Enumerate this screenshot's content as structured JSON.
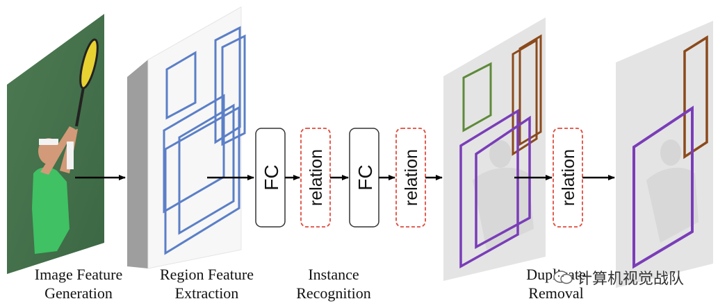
{
  "stages": [
    {
      "line1": "Image Feature",
      "line2": "Generation"
    },
    {
      "line1": "Region Feature",
      "line2": "Extraction"
    },
    {
      "line1": "Instance",
      "line2": "Recognition"
    },
    {
      "line1": "Duplicate",
      "line2": "Removal"
    }
  ],
  "blocks": {
    "fc_1": "FC",
    "relation_1": "relation",
    "fc_2": "FC",
    "relation_2": "relation",
    "relation_3": "relation"
  },
  "watermark": {
    "text": "计算机视觉战队"
  },
  "colors": {
    "feature_box": "#5b7fc7",
    "relation_border": "#e04a3c",
    "detect_green": "#5e8a3a",
    "detect_brown": "#8b4a1c",
    "detect_purple": "#7a3db8"
  }
}
